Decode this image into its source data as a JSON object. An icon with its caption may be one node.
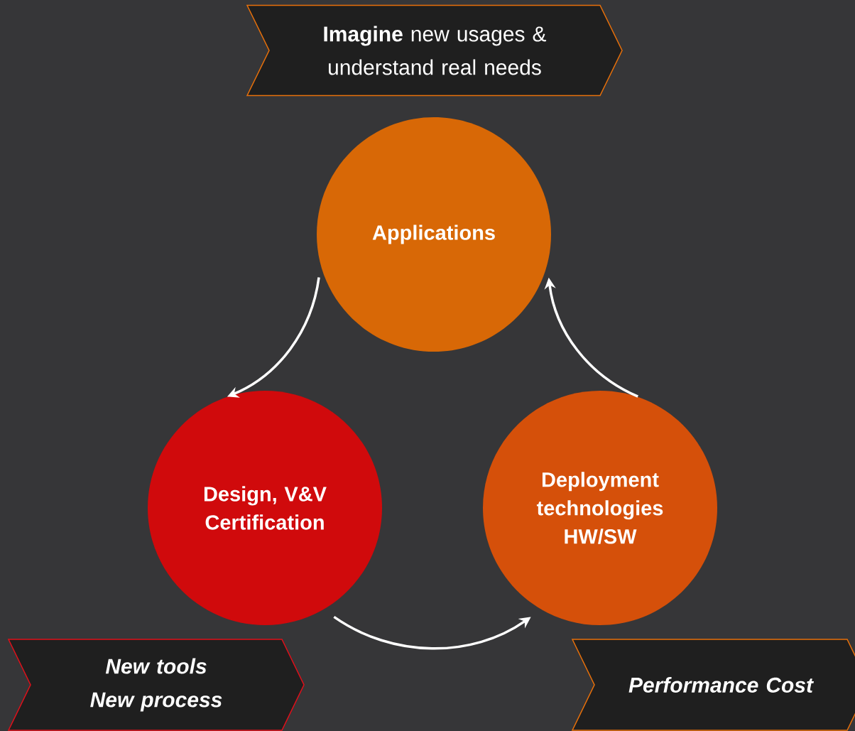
{
  "diagram": {
    "nodes": [
      {
        "text": [
          "**Imagine** new usages & understand real needs"
        ]
      },
      {
        "text": [
          "Applications"
        ]
      },
      {
        "text": [
          "Design, V&V Certification"
        ]
      },
      {
        "text": [
          "Deployment technologies HW/SW"
        ]
      },
      {
        "text": [
          "New tools New process"
        ]
      },
      {
        "text": [
          "Performance Cost"
        ]
      }
    ],
    "edges": [
      {
        "from": 1,
        "to": 2,
        "arrow": "to"
      },
      {
        "from": 2,
        "to": 3,
        "arrow": "to"
      },
      {
        "from": 3,
        "to": 1,
        "arrow": "to"
      }
    ]
  }
}
